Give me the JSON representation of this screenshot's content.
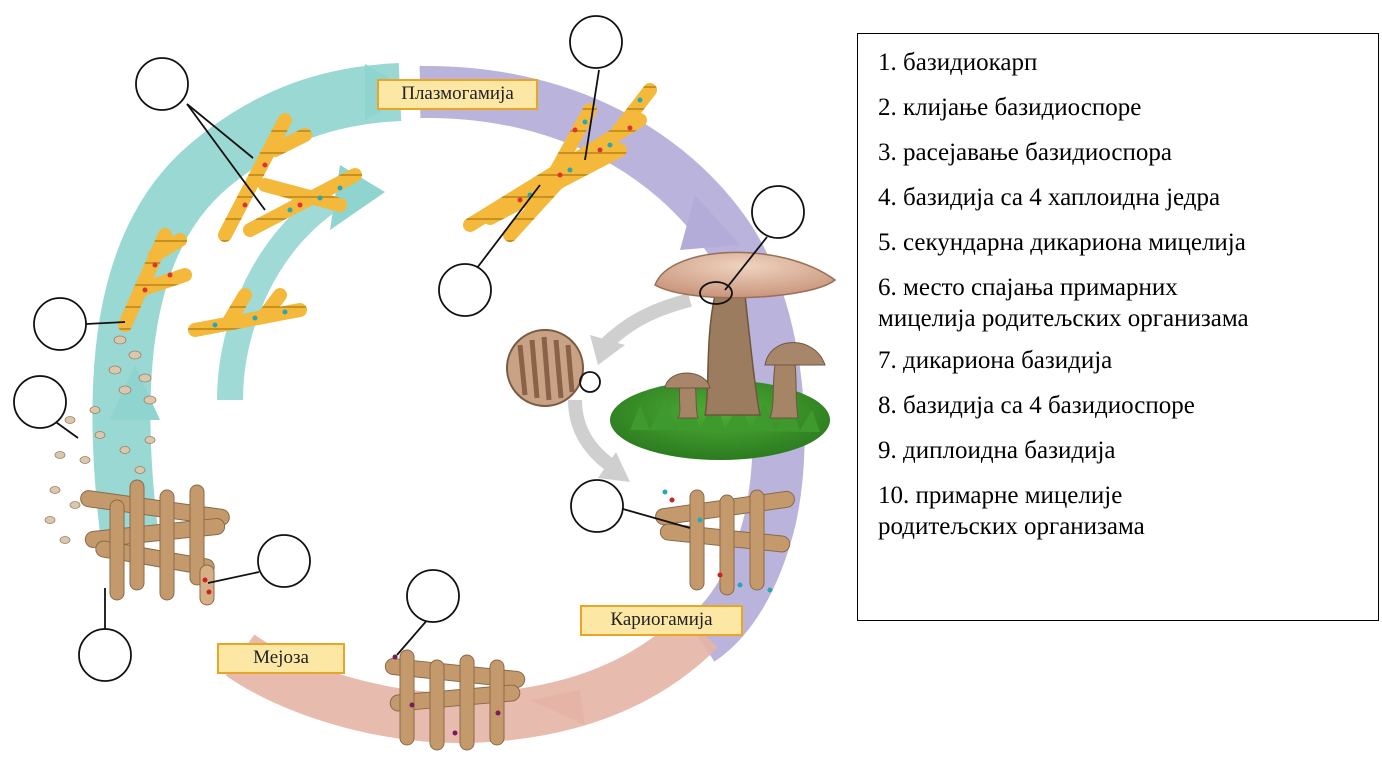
{
  "stages": {
    "plasmogamy": "Плазмогамија",
    "karyogamy": "Кариогамија",
    "meiosis": "Мејоза"
  },
  "legend": {
    "items": [
      "1. базидиокарп",
      "2. клијање базидиоспоре",
      "3. расејавање базидиоспора",
      "4. базидија са 4 хаплоидна једра",
      "5. секундарна дикариона мицелија",
      "6. место спајања примарних\nмицелија  родитељских организама",
      "7. дикариона базидија",
      "8. базидија са 4 базидиоспоре",
      "9. диплоидна базидија",
      "10. примарне мицелије\nродитељских организама"
    ]
  },
  "colors": {
    "teal_arrow": "#8fd4cf",
    "purple_arrow": "#b3acd8",
    "pink_arrow": "#e5b4a6",
    "label_fill": "#fde7a4",
    "label_border": "#e8a628",
    "hypha_yellow": "#f4b93a",
    "basidia_tan": "#c49a6c",
    "mushroom_cap": "#d9b39a",
    "mushroom_stalk": "#9c7c5e",
    "grass": "#3f9a2e"
  }
}
